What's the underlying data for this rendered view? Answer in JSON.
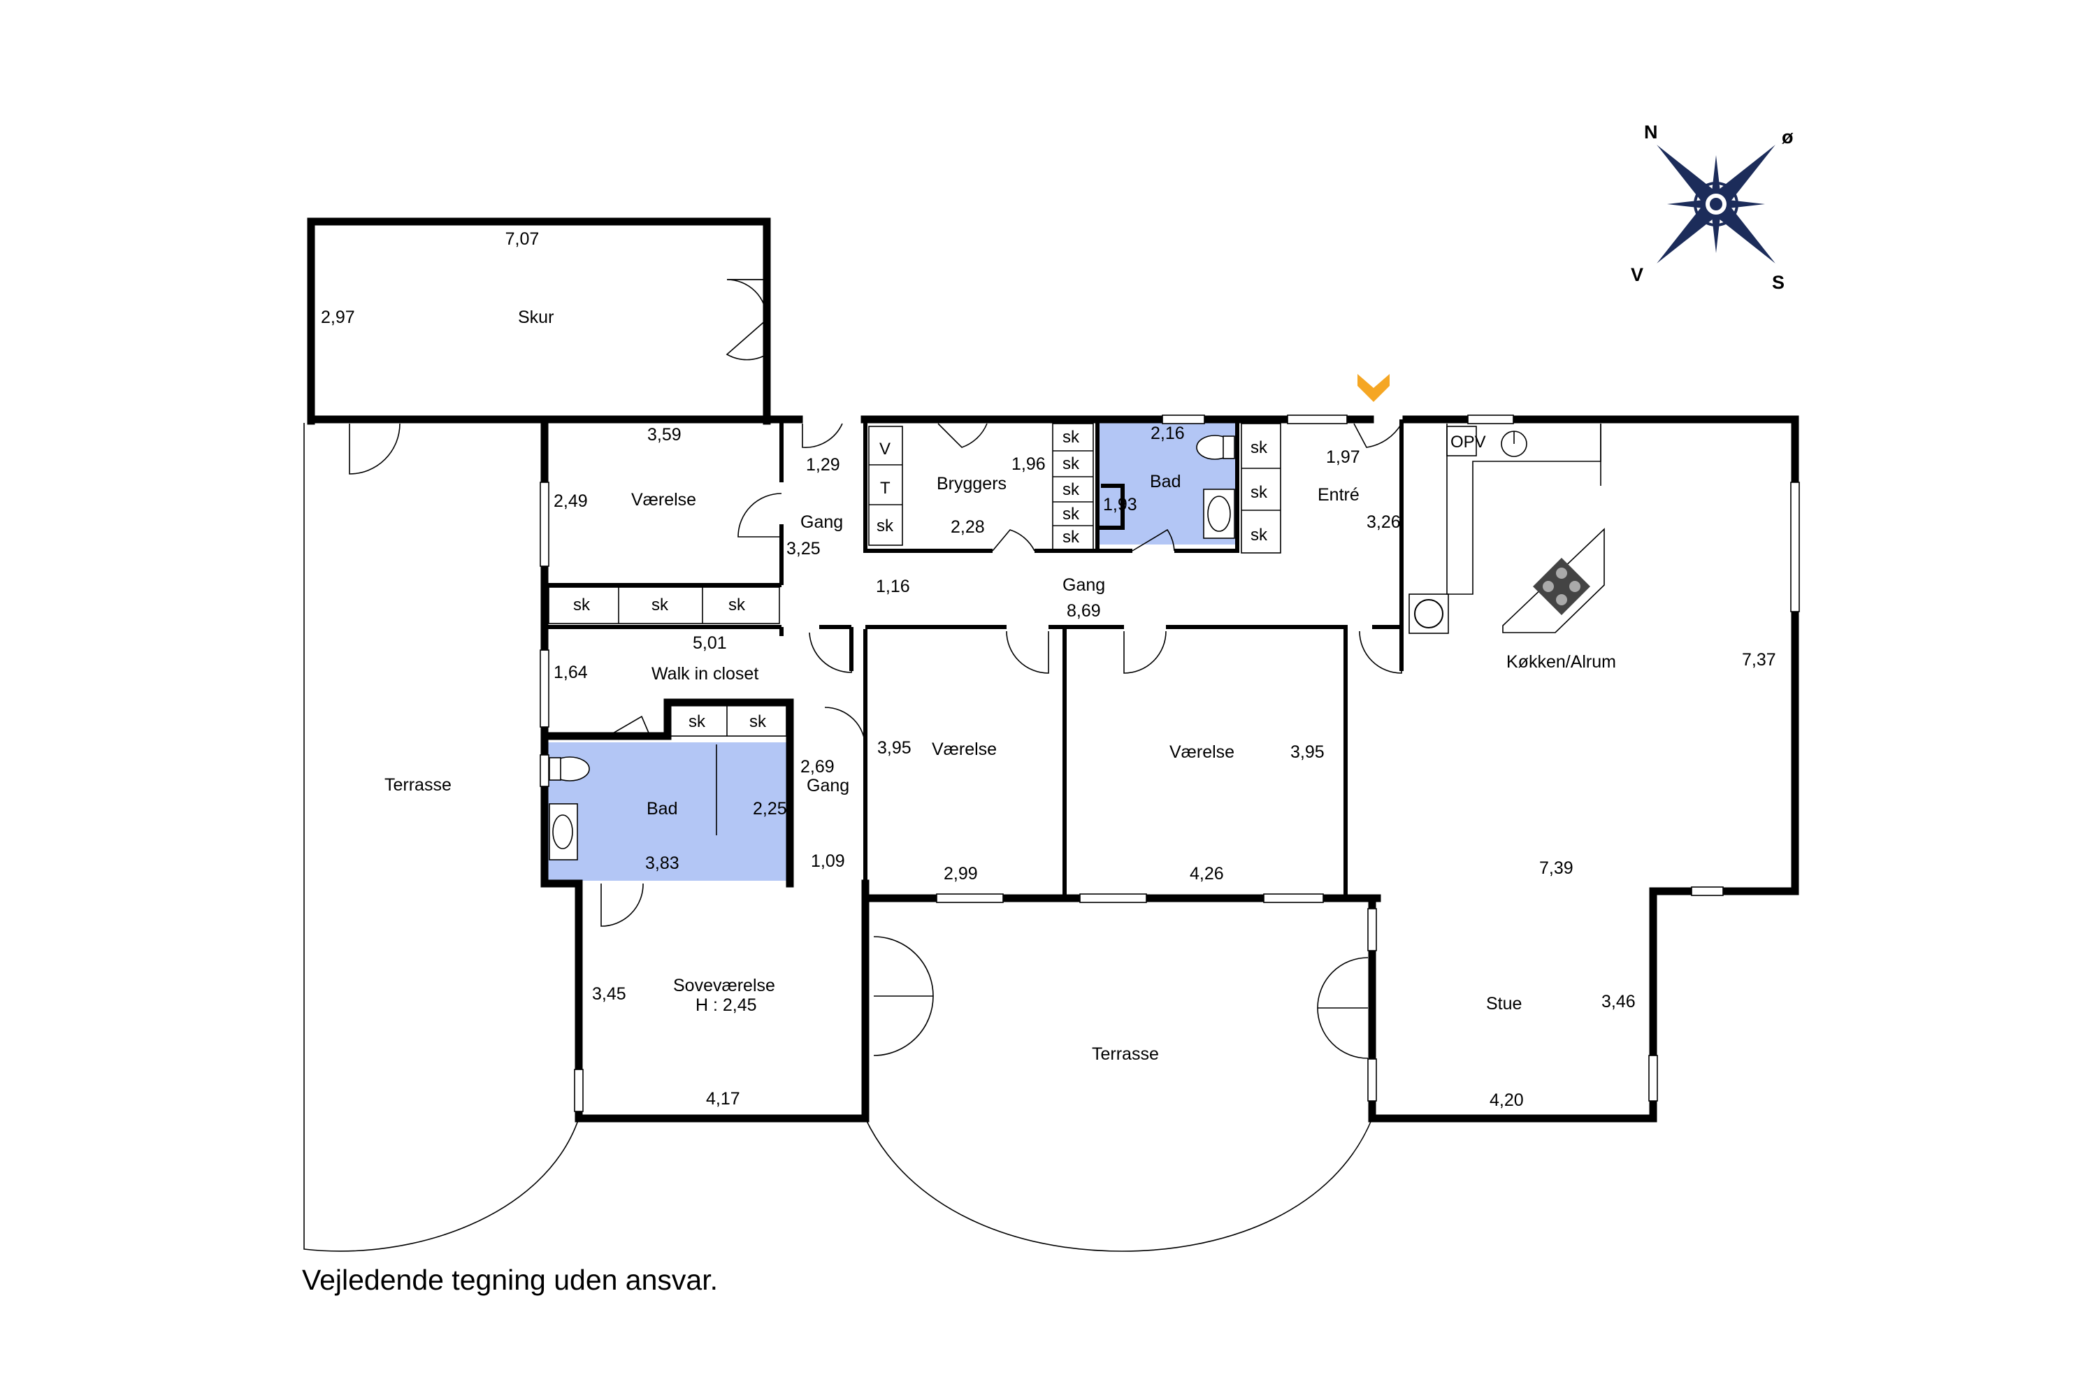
{
  "compass": {
    "n": "N",
    "o": "ø",
    "v": "V",
    "s": "S"
  },
  "entrance_marker_color": "#f5a623",
  "bath_color": "#b3c6f5",
  "rooms": {
    "skur": {
      "name": "Skur",
      "w": "7,07",
      "h": "2,97"
    },
    "vaerelse_nw": {
      "name": "Værelse",
      "w": "3,59",
      "h": "2,49"
    },
    "gang_n": {
      "name": "Gang",
      "w": "1,29",
      "h": "3,25"
    },
    "bryggers": {
      "name": "Bryggers",
      "w": "2,28",
      "h": "1,96",
      "v": "V",
      "t": "T"
    },
    "bad_n": {
      "name": "Bad",
      "w": "2,16",
      "h": "1,93"
    },
    "entre": {
      "name": "Entré",
      "w": "1,97",
      "h": "3,26"
    },
    "kokken": {
      "name": "Køkken/Alrum",
      "w": "7,39",
      "h": "7,37",
      "opv": "OPV"
    },
    "gang_c": {
      "name": "Gang",
      "w": "8,69",
      "h": "1,16"
    },
    "walk_in": {
      "name": "Walk in closet",
      "w": "5,01",
      "h": "1,64"
    },
    "gang_s": {
      "name": "Gang",
      "w": "1,09",
      "h": "2,69"
    },
    "bad_s": {
      "name": "Bad",
      "w": "3,83",
      "h": "2,25"
    },
    "vaerelse_c1": {
      "name": "Værelse",
      "w": "2,99",
      "h": "3,95"
    },
    "vaerelse_c2": {
      "name": "Værelse",
      "w": "4,26",
      "h": "3,95"
    },
    "sovevaerelse": {
      "name": "Soveværelse",
      "ceiling": "H : 2,45",
      "w": "4,17",
      "h": "3,45"
    },
    "terrasse_w": {
      "name": "Terrasse"
    },
    "terrasse_s": {
      "name": "Terrasse"
    },
    "stue": {
      "name": "Stue",
      "w": "4,20",
      "h": "3,46"
    }
  },
  "sk": "sk",
  "disclaimer": "Vejledende tegning uden ansvar."
}
